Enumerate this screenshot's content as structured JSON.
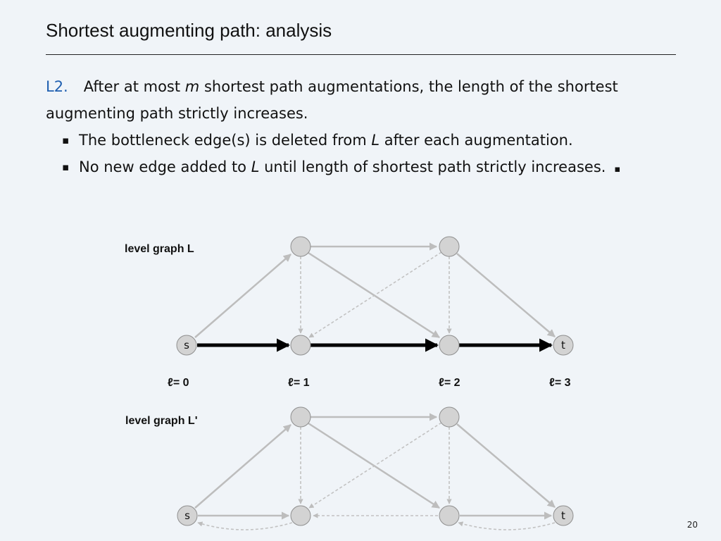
{
  "slide": {
    "title": "Shortest augmenting path:  analysis",
    "page_number": "20"
  },
  "lemma": {
    "number": "L2.",
    "parts": [
      "After at most ",
      "m",
      " shortest path augmentations, the length of the shortest augmenting path strictly increases."
    ],
    "bullets": [
      {
        "parts": [
          "The bottleneck edge(s) is deleted from ",
          "L",
          " after each augmentation."
        ]
      },
      {
        "parts": [
          "No new edge added to ",
          "L",
          " until length of shortest path strictly increases."
        ],
        "qed": "▪"
      }
    ]
  },
  "graph_top": {
    "label": "level graph L",
    "source_label": "s",
    "sink_label": "t"
  },
  "graph_bottom": {
    "label": "level graph L'",
    "source_label": "s",
    "sink_label": "t"
  },
  "levels": [
    "ℓ= 0",
    "ℓ= 1",
    "ℓ= 2",
    "ℓ= 3"
  ],
  "colors": {
    "background": "#f0f4f8",
    "node_fill": "#d3d3d3",
    "edge_gray": "#bdbdbd",
    "dashed_gray": "#c2c2c2",
    "path_black": "#000000",
    "lemma_blue": "#1f5fb0"
  }
}
